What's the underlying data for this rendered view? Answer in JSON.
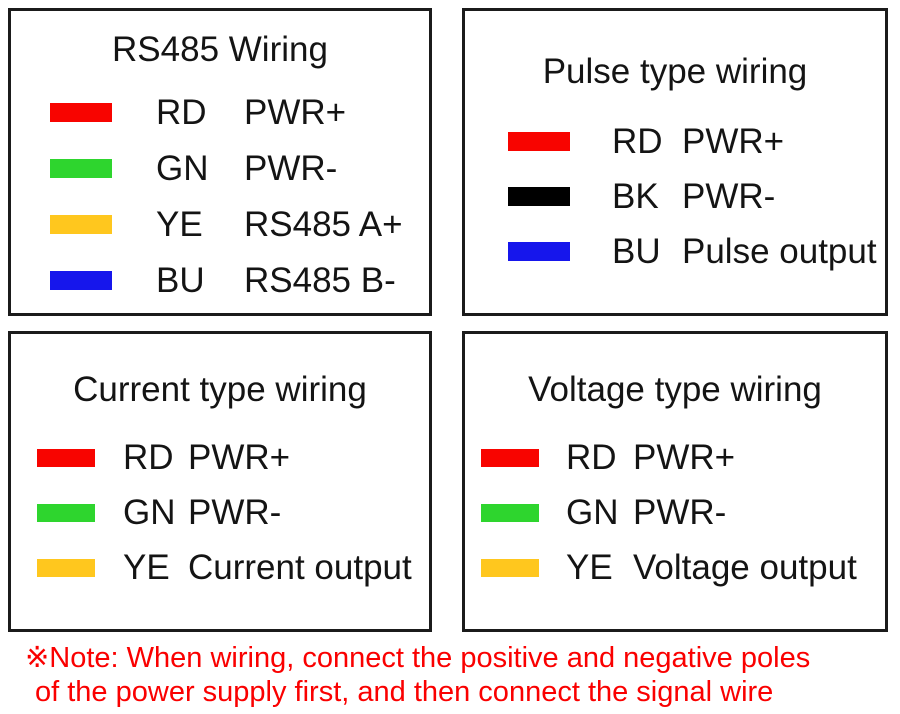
{
  "colors": {
    "red": "#F80400",
    "green": "#2ED52E",
    "yellow": "#FFC71E",
    "blue": "#1616EC",
    "black": "#000000",
    "note_text": "#FA0000",
    "panel_border": "#1B1B1B",
    "text": "#141414"
  },
  "panels": [
    {
      "title": "RS485 Wiring",
      "rows": [
        {
          "color": "red",
          "code": "RD",
          "label": "PWR+"
        },
        {
          "color": "green",
          "code": "GN",
          "label": "PWR-"
        },
        {
          "color": "yellow",
          "code": "YE",
          "label": "RS485 A+"
        },
        {
          "color": "blue",
          "code": "BU",
          "label": "RS485 B-"
        }
      ]
    },
    {
      "title": "Pulse type wiring",
      "rows": [
        {
          "color": "red",
          "code": "RD",
          "label": "PWR+"
        },
        {
          "color": "black",
          "code": "BK",
          "label": "PWR-"
        },
        {
          "color": "blue",
          "code": "BU",
          "label": "Pulse output"
        }
      ]
    },
    {
      "title": "Current type wiring",
      "rows": [
        {
          "color": "red",
          "code": "RD",
          "label": "PWR+"
        },
        {
          "color": "green",
          "code": "GN",
          "label": "PWR-"
        },
        {
          "color": "yellow",
          "code": "YE",
          "label": "Current output"
        }
      ]
    },
    {
      "title": "Voltage type wiring",
      "rows": [
        {
          "color": "red",
          "code": "RD",
          "label": "PWR+"
        },
        {
          "color": "green",
          "code": "GN",
          "label": "PWR-"
        },
        {
          "color": "yellow",
          "code": "YE",
          "label": "Voltage output"
        }
      ]
    }
  ],
  "note": {
    "line1": "※Note: When wiring, connect the positive and negative poles",
    "line2": "of the power supply first, and then connect the signal wire"
  }
}
